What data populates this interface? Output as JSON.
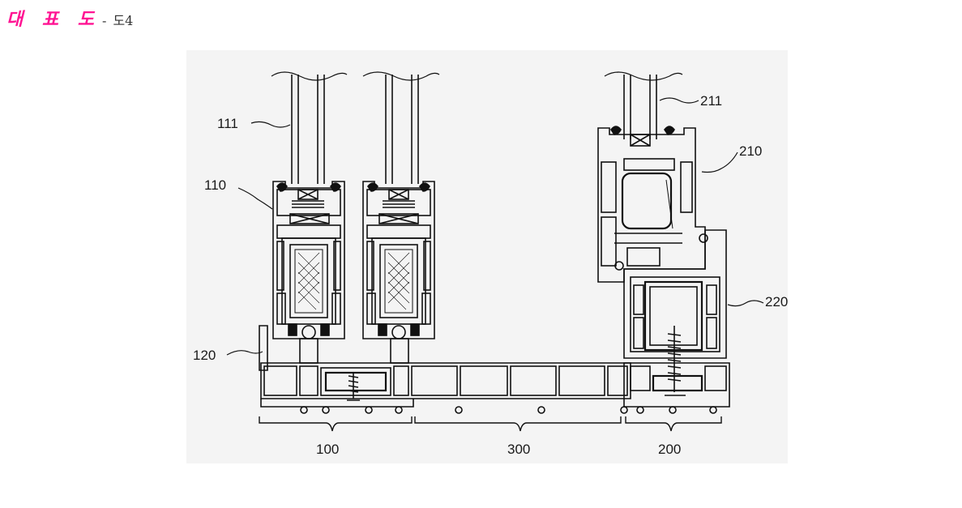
{
  "header": {
    "title": "대 표 도",
    "separator": "-",
    "figure": "도4"
  },
  "diagram": {
    "labels": {
      "l111": "111",
      "l110": "110",
      "l120": "120",
      "l211": "211",
      "l210": "210",
      "l220": "220",
      "l100": "100",
      "l300": "300",
      "l200": "200"
    }
  }
}
